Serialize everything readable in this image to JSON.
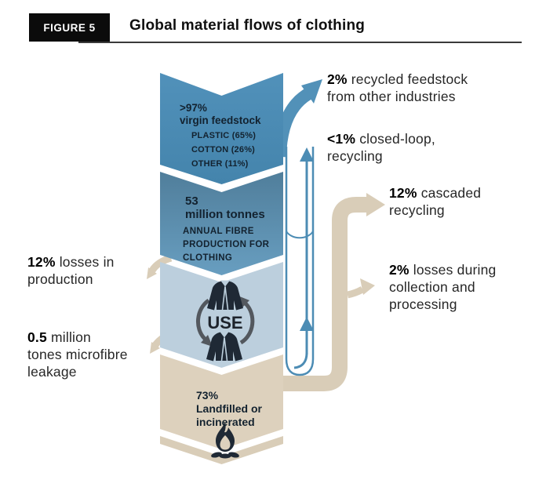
{
  "figure": {
    "tag": "FIGURE 5",
    "title": "Global material flows of clothing"
  },
  "stages": {
    "feedstock": {
      "pct": ">97%",
      "name": "virgin feedstock",
      "items": [
        "PLASTIC (65%)",
        "COTTON (26%)",
        "OTHER (11%)"
      ]
    },
    "production": {
      "value": "53",
      "unit": "million tonnes",
      "caption": [
        "ANNUAL FIBRE",
        "PRODUCTION FOR",
        "CLOTHING"
      ]
    },
    "use": {
      "label": "USE"
    },
    "disposal": {
      "pct": "73%",
      "lines": [
        "Landfilled or",
        "incinerated"
      ]
    }
  },
  "callouts": {
    "recycled_feedstock": {
      "b": "2%",
      "lines": [
        "recycled feedstock",
        "from other industries"
      ]
    },
    "closed_loop": {
      "b": "<1%",
      "lines": [
        "closed-loop,",
        "recycling"
      ]
    },
    "cascaded": {
      "b": "12%",
      "lines": [
        "cascaded",
        "recycling"
      ]
    },
    "collection_losses": {
      "b": "2%",
      "lines": [
        "losses during",
        "collection and",
        "processing"
      ]
    },
    "production_losses": {
      "b": "12%",
      "lines": [
        "losses in",
        "production"
      ]
    },
    "microfibre": {
      "b": "0.5",
      "lines": [
        "million",
        "tones microfibre",
        "leakage"
      ]
    }
  },
  "icons": {
    "use_cycle": "recycle-cycle-icon",
    "clothing": "jacket-icon",
    "incineration": "fire-icon",
    "closed_loop": "up-arrow-icon",
    "cascade": "right-arrow-icon"
  },
  "colors": {
    "blue": "#4c8cb4",
    "light_blue": "#bccfdd",
    "tan": "#ddd1bd",
    "tan_arrow": "#d9cdb8",
    "dark_icon": "#1f2935",
    "gray_arrow": "#53585e",
    "header_black": "#0b0b0b"
  }
}
